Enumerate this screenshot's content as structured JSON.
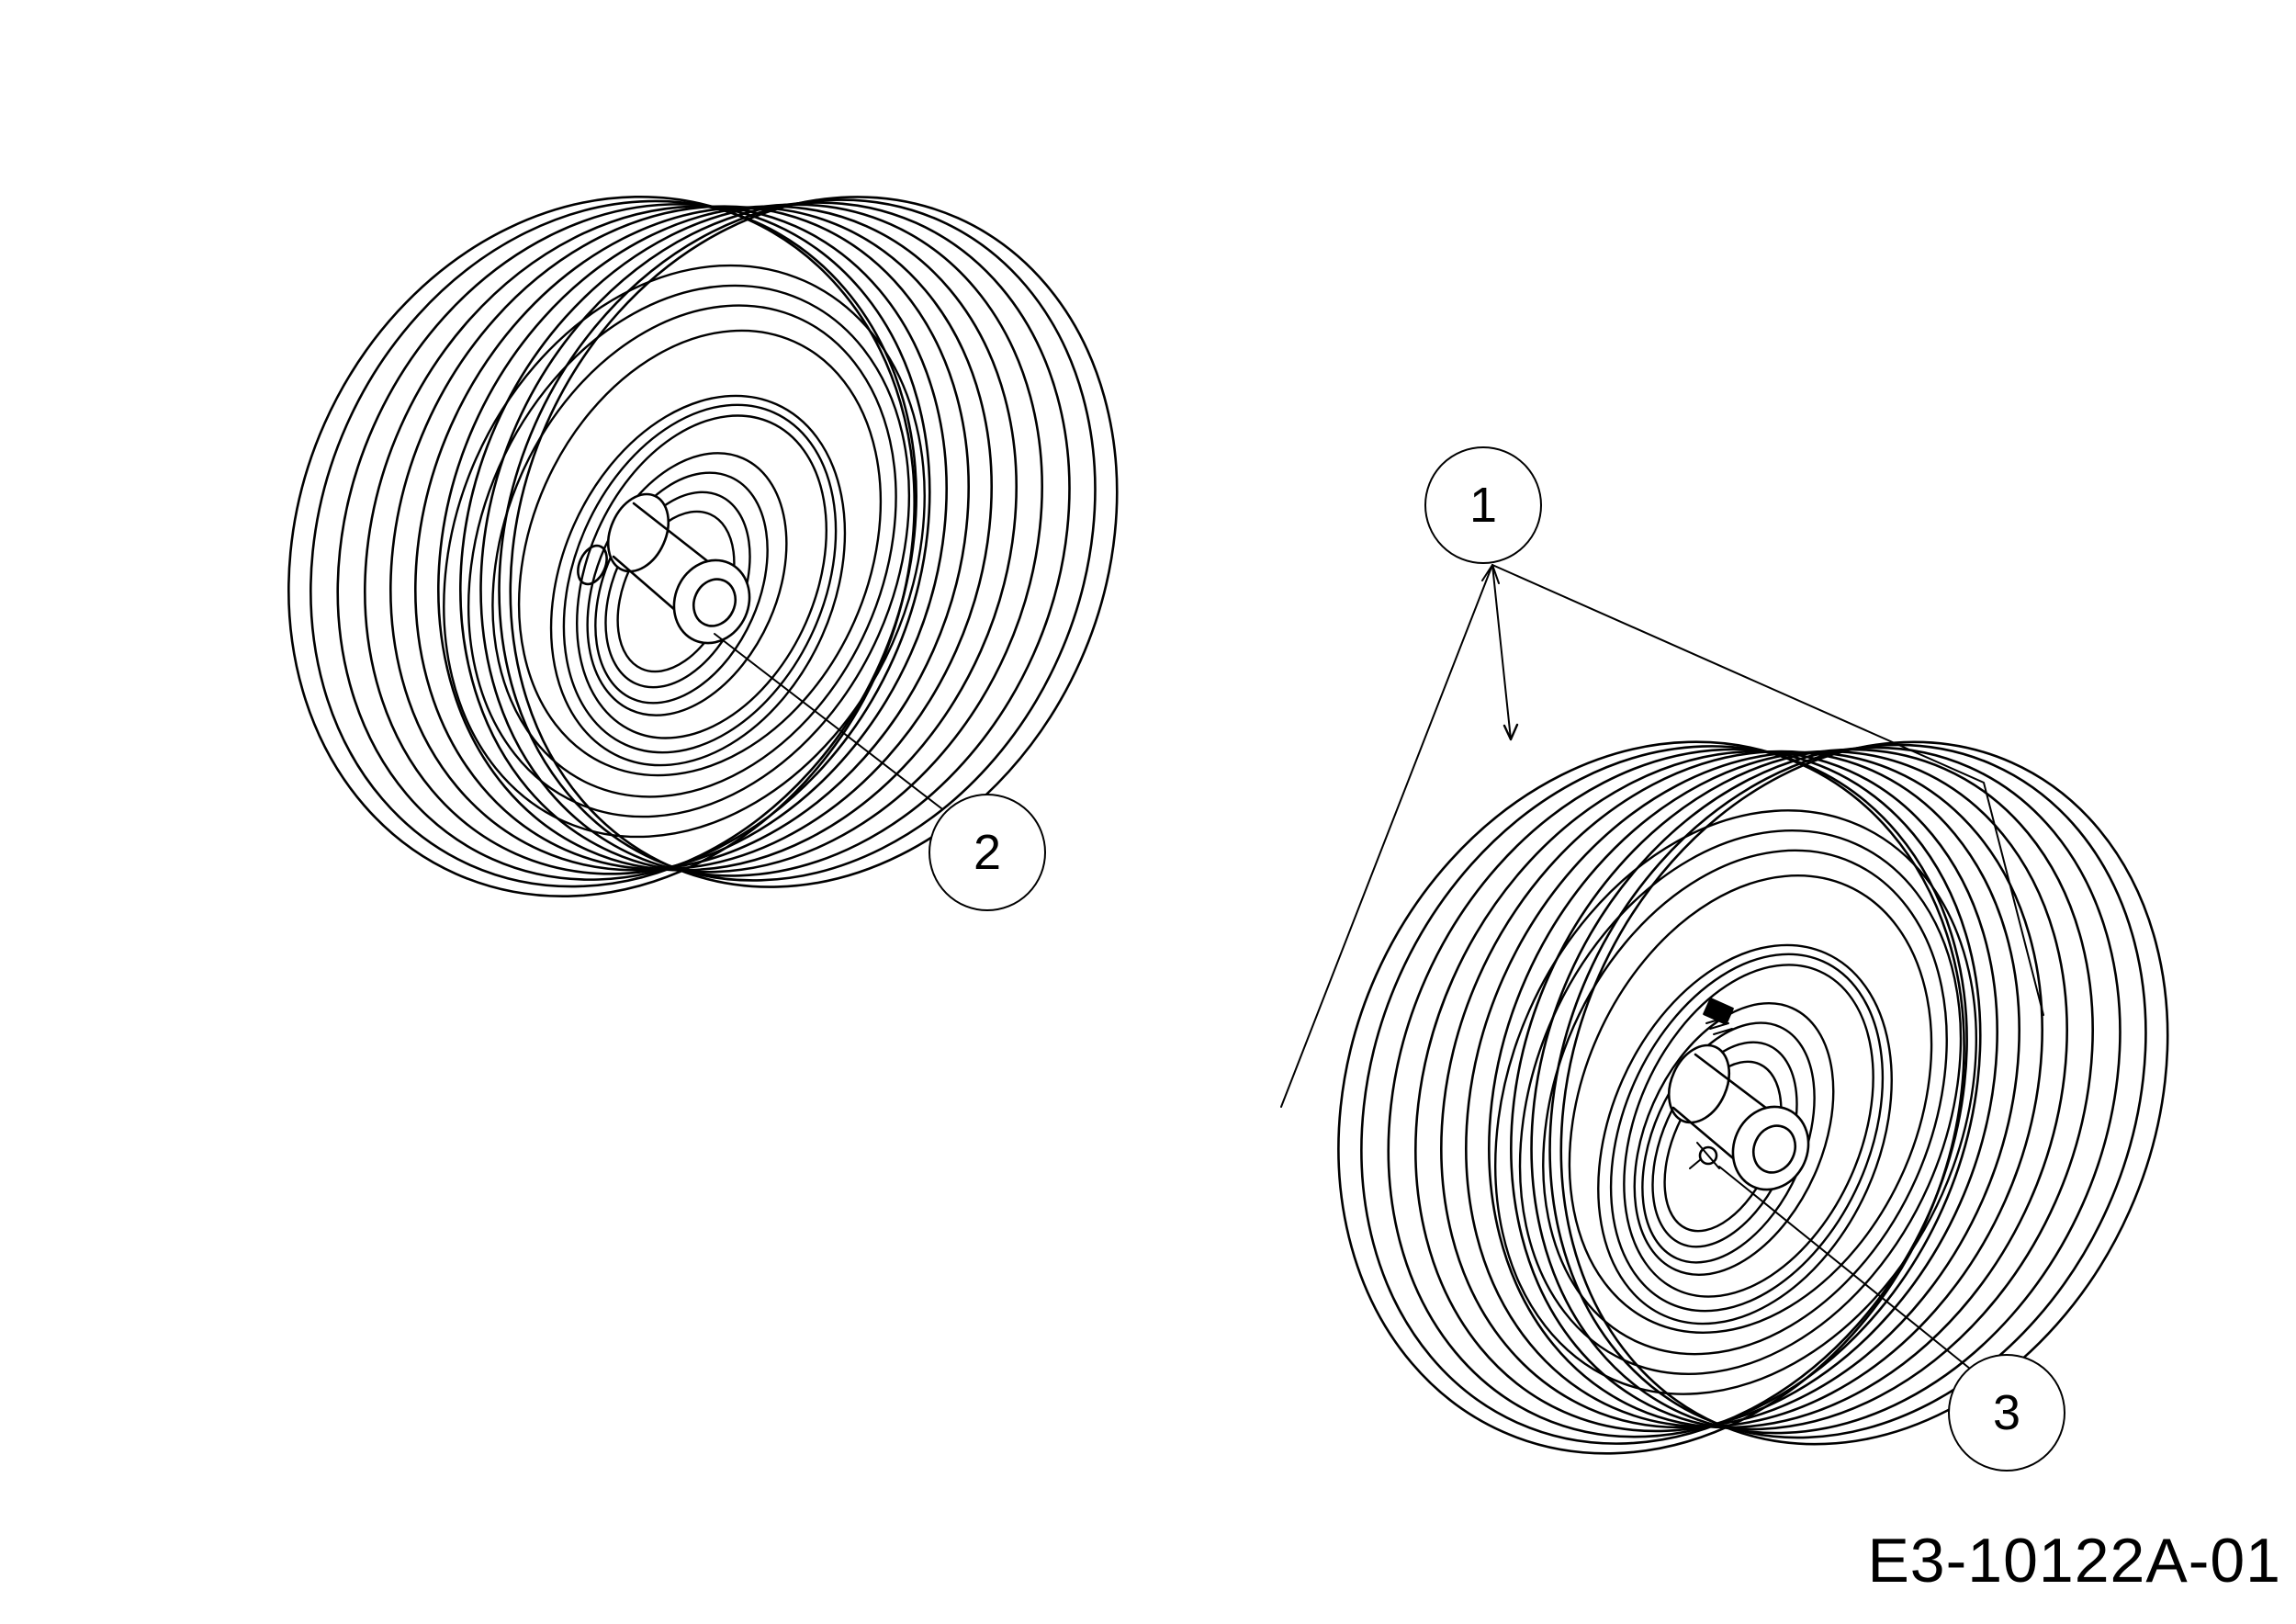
{
  "diagram": {
    "callouts": {
      "c1": "1",
      "c2": "2",
      "c3": "3"
    },
    "drawing_id": "E3-10122A-01",
    "colors": {
      "line": "#000000",
      "background": "#ffffff"
    }
  }
}
